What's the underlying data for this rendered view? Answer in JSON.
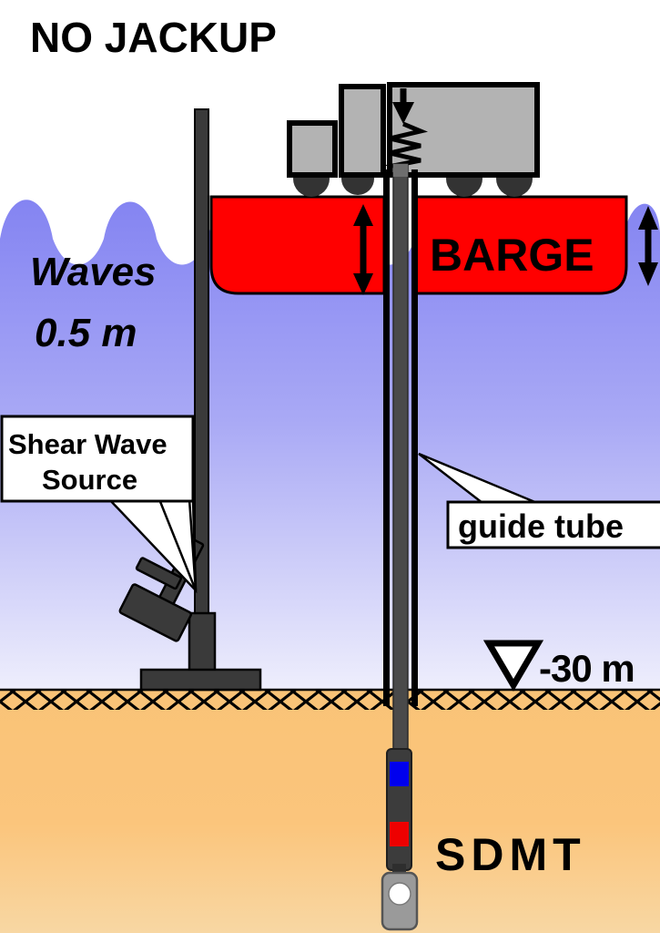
{
  "figure": {
    "title": "NO JACKUP",
    "subject": "SDMT offshore seismic dilatometer test deployed from a floating barge"
  },
  "labels": {
    "title": "NO JACKUP",
    "waves_line1": "Waves",
    "waves_line2": "0.5 m",
    "barge": "BARGE",
    "shear_wave_line1": "Shear Wave",
    "shear_wave_line2": "Source",
    "guide_tube": "guide tube",
    "depth_marker_symbol": "▽",
    "depth_marker_value": "-30 m",
    "sdmt": "SDMT"
  },
  "colors": {
    "water": "#8484f2",
    "water_deep": "#e8e8fb",
    "barge_red": "#ff0000",
    "soil": "#f9c377",
    "soil_deep": "#f7b25c",
    "equipment_gray": "#b3b3b3",
    "rod_dark": "#3a3a3a",
    "wheel_dark": "#333333",
    "geophone_upper": "#0000ee",
    "geophone_lower": "#ee0000",
    "blade_gray": "#9a9a9a",
    "membrane": "#ffffff",
    "outline": "#000000",
    "callout_fill": "#ffffff"
  },
  "scene": {
    "water_surface_y": "sea level at top of wave band",
    "seabed_depth_m": -30,
    "wave_height_m": 0.5,
    "heave_arrows": 2,
    "spring_coils": 5,
    "truck_boxes": 3,
    "truck_wheels": 4
  }
}
